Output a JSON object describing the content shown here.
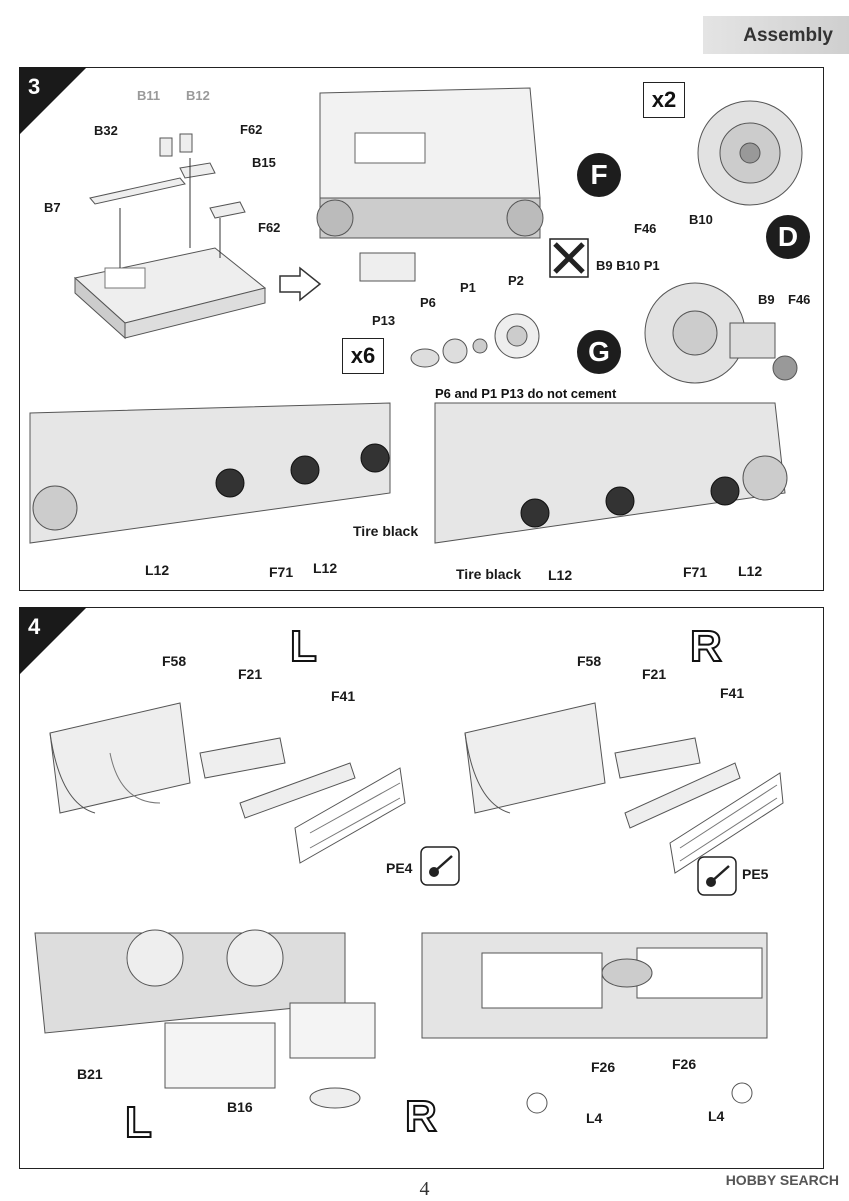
{
  "header": {
    "section_title": "Assembly"
  },
  "step3": {
    "number": "3",
    "labels": {
      "b11": "B11",
      "b12": "B12",
      "b32": "B32",
      "f62_top": "F62",
      "b15": "B15",
      "b7": "B7",
      "f62_side": "F62",
      "f46_top": "F46",
      "b10": "B10",
      "cut_parts": "B9 B10 P1",
      "p1": "P1",
      "p2": "P2",
      "p6": "P6",
      "p13": "P13",
      "b9": "B9",
      "f46_bottom": "F46",
      "tire_black_left": "Tire black",
      "l12_left_a": "L12",
      "f71_left": "F71",
      "l12_left_b": "L12",
      "tire_black_right": "Tire black",
      "l12_right_a": "L12",
      "f71_right": "F71",
      "l12_right_b": "L12"
    },
    "x2": "x2",
    "x6": "x6",
    "letter_f": "F",
    "letter_d": "D",
    "letter_g": "G",
    "no_cement_note": "P6 and P1 P13 do not cement"
  },
  "step4": {
    "number": "4",
    "side_left": "L",
    "side_right": "R",
    "labels": {
      "f58_l": "F58",
      "f21_l": "F21",
      "f41_l": "F41",
      "pe4": "PE4",
      "f58_r": "F58",
      "f21_r": "F21",
      "f41_r": "F41",
      "pe5": "PE5",
      "b21": "B21",
      "b16": "B16",
      "f26_a": "F26",
      "l4_a": "L4",
      "f26_b": "F26",
      "l4_b": "L4"
    },
    "bottom_left_l": "L",
    "bottom_left_r": "R"
  },
  "page_number": "4",
  "watermark": "HOBBY SEARCH"
}
